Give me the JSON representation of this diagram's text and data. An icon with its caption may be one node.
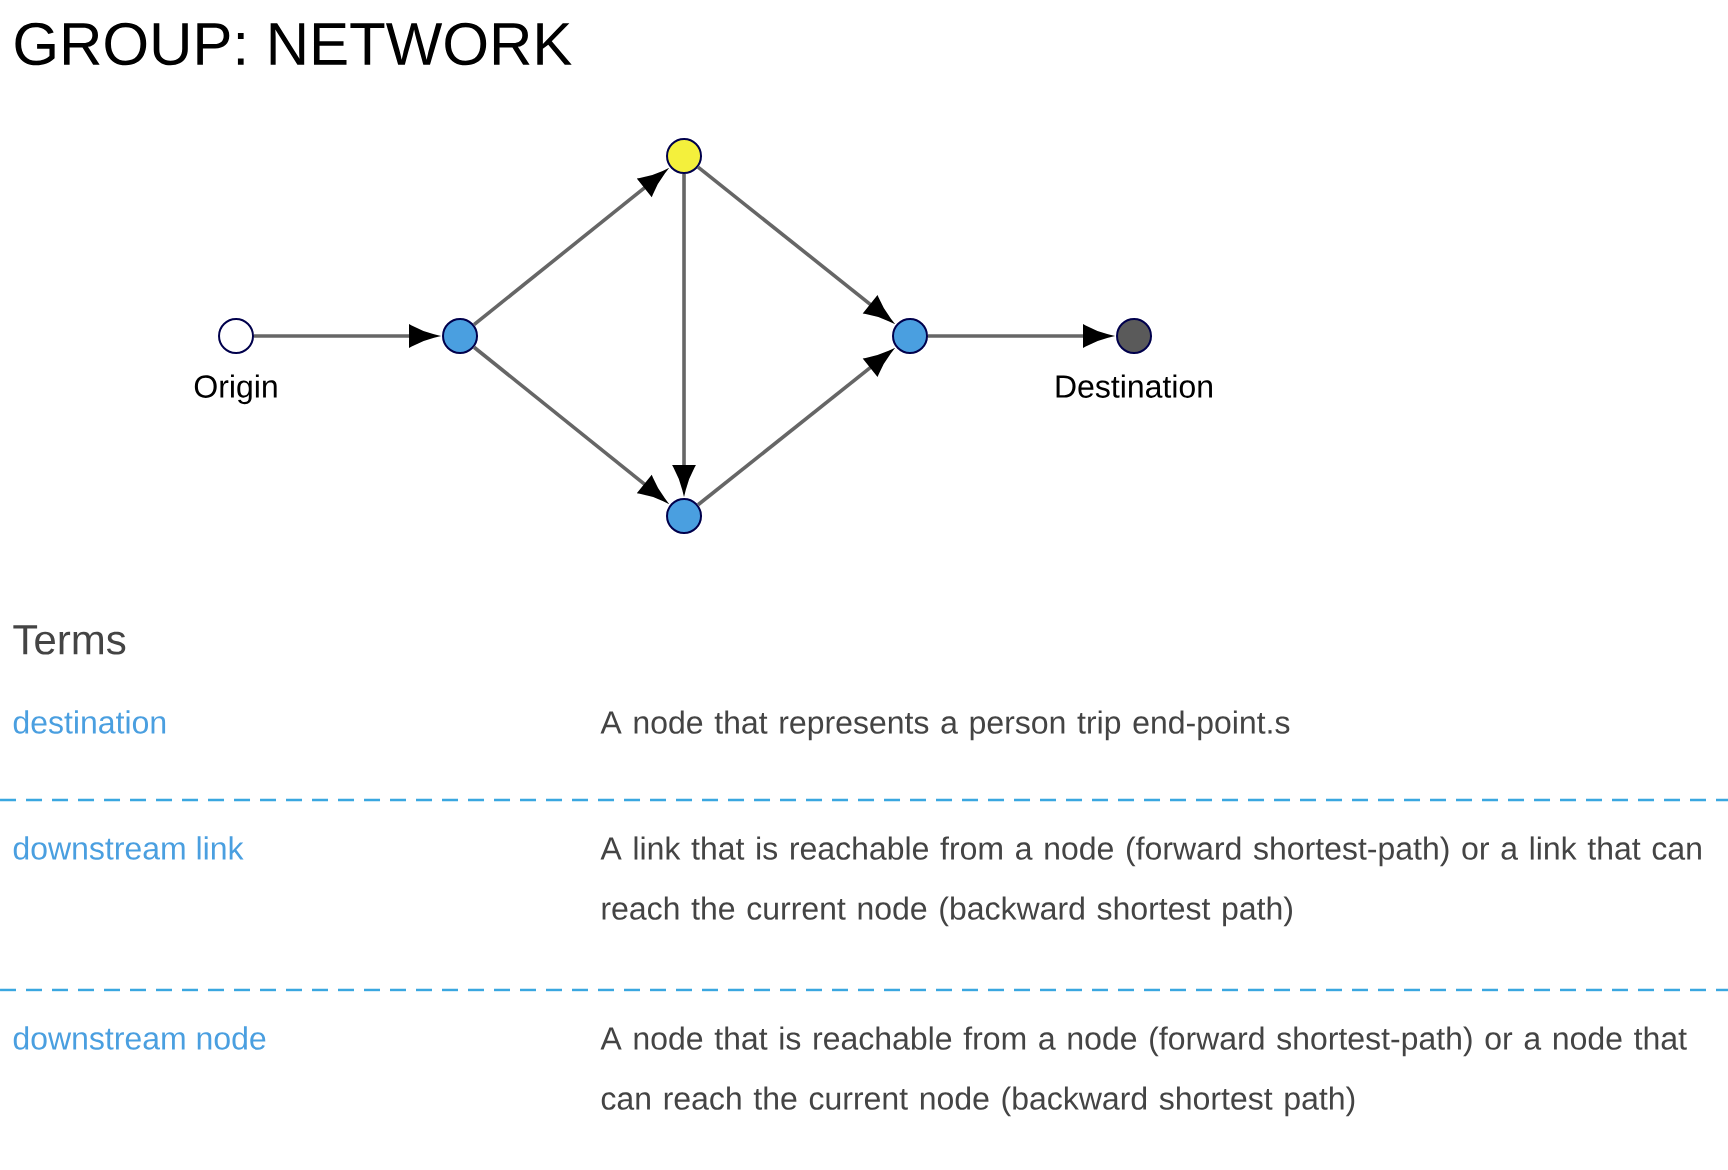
{
  "diagram": {
    "title": "GROUP: NETWORK",
    "nodes": [
      {
        "text": [],
        "shape": "circle",
        "beside": [
          "Origin"
        ]
      },
      {
        "text": [],
        "shape": "circle"
      },
      {
        "text": [],
        "shape": "circle"
      },
      {
        "text": [],
        "shape": "circle"
      },
      {
        "text": [],
        "shape": "circle"
      },
      {
        "text": [],
        "shape": "circle",
        "beside": [
          "Destination"
        ]
      }
    ],
    "edges": [
      {
        "from": 0,
        "to": 1,
        "arrow": "to"
      },
      {
        "from": 1,
        "to": 2,
        "arrow": "to"
      },
      {
        "from": 1,
        "to": 3,
        "arrow": "to"
      },
      {
        "from": 2,
        "to": 3,
        "arrow": "to"
      },
      {
        "from": 2,
        "to": 4,
        "arrow": "to"
      },
      {
        "from": 3,
        "to": 4,
        "arrow": "to"
      },
      {
        "from": 4,
        "to": 5,
        "arrow": "to"
      }
    ],
    "labels": [
      "Terms",
      "destination",
      "A node that represents a person trip end-point.s",
      "downstream link",
      "A link that is reachable from a node (forward shortest-path) or a link that can reach the current node (backward shortest path)",
      "downstream node",
      "A node that is reachable from a node (forward shortest-path) or a node that can reach the current node (backward shortest path)"
    ]
  }
}
